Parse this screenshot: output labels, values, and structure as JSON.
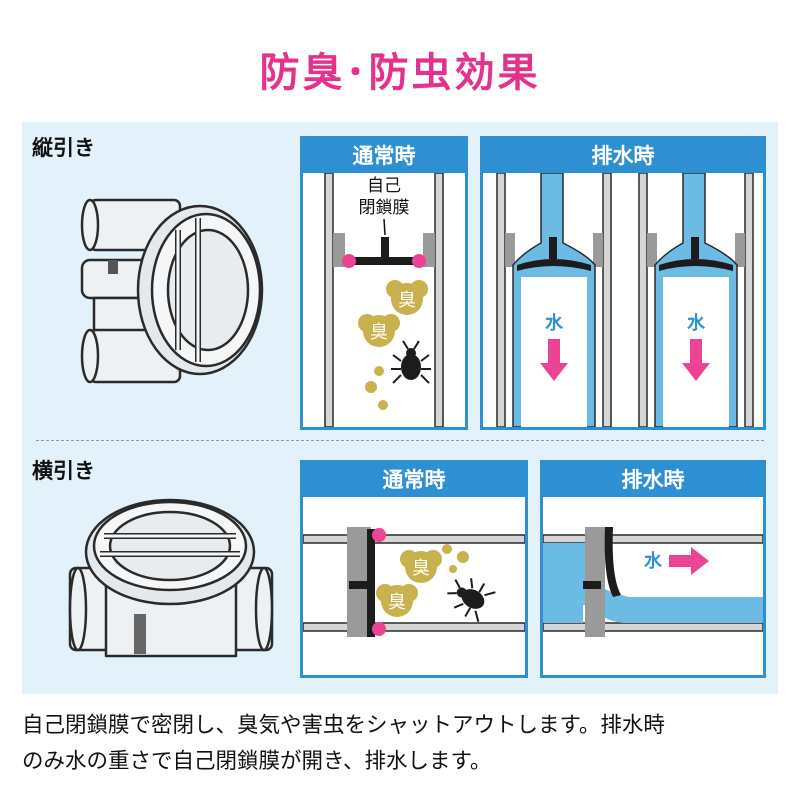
{
  "title": "防臭･防虫効果",
  "sections": {
    "vertical": {
      "label": "縦引き",
      "normal_header": "通常時",
      "drain_header": "排水時",
      "membrane_label_1": "自己",
      "membrane_label_2": "閉鎖膜",
      "odor_label": "臭",
      "water_label": "水"
    },
    "horizontal": {
      "label": "横引き",
      "normal_header": "通常時",
      "drain_header": "排水時",
      "odor_label": "臭",
      "water_label": "水"
    }
  },
  "caption": {
    "line1": "自己閉鎖膜で密閉し、臭気や害虫をシャットアウトします。排水時",
    "line2": "のみ水の重さで自己閉鎖膜が開き、排水します。"
  },
  "colors": {
    "title": "#e4328c",
    "header": "#2f8fd3",
    "panel": "#e3f1fb",
    "water": "#6cbbe4",
    "arrow": "#ec4394",
    "odor": "#c9b14e"
  },
  "icons": {
    "product_vertical": "vertical-trap-product-icon",
    "product_horizontal": "horizontal-trap-product-icon",
    "bug": "bug-icon",
    "arrow_down": "arrow-down-icon",
    "arrow_right": "arrow-right-icon"
  }
}
